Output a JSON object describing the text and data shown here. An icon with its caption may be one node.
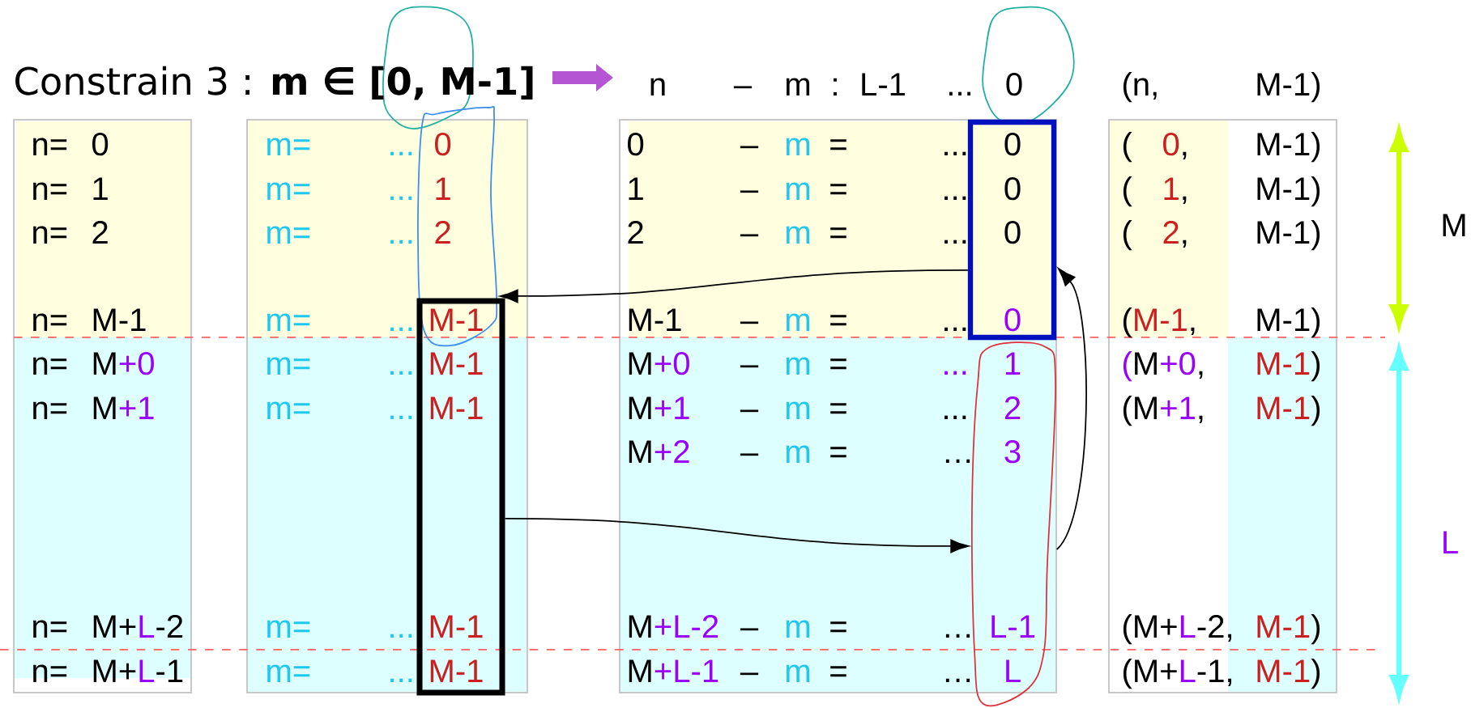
{
  "diagram": {
    "title": "Constrain 3 : **m ∈ [0, M-1]**",
    "nodes": [
      {
        "text": [],
        "shape": "ellipse"
      },
      {
        "text": [],
        "shape": "ellipse"
      },
      {
        "text": [],
        "shape": "ellipse"
      },
      {
        "text": [],
        "shape": "box"
      },
      {
        "text": [],
        "shape": "box"
      },
      {
        "text": [],
        "shape": "ellipse"
      }
    ],
    "edges": [
      {
        "from": 3,
        "to": 2,
        "arrow": "to"
      },
      {
        "from": 4,
        "to": 5,
        "arrow": "to"
      },
      {
        "from": 5,
        "to": 3,
        "arrow": "to"
      }
    ],
    "labels": [
      "n",
      "–",
      "m",
      ":",
      "L-1",
      "...",
      "0",
      "(n,",
      "M-1)",
      "n=",
      "0",
      "m=",
      "...",
      "0",
      "0",
      "–",
      "m",
      "=",
      "...",
      "0",
      "(",
      "0",
      ",",
      "M-1)",
      "n=",
      "1",
      "m=",
      "...",
      "1",
      "1",
      "–",
      "m",
      "=",
      "...",
      "0",
      "(",
      "1",
      ",",
      "M-1)",
      "n=",
      "2",
      "m=",
      "...",
      "2",
      "2",
      "–",
      "m",
      "=",
      "...",
      "0",
      "(",
      "2",
      ",",
      "M-1)",
      "n=",
      "M-1",
      "m=",
      "...",
      "M-1",
      "M-1",
      "–",
      "m",
      "=",
      "...",
      "0",
      "(",
      "M-1",
      ",",
      "M-1)",
      "n=",
      "M",
      "+0",
      "m=",
      "...",
      "M-1",
      "M",
      "+0",
      "–",
      "m",
      "=",
      "...",
      "1",
      "(",
      "M",
      "+0",
      ",",
      "M-1",
      ")",
      "n=",
      "M",
      "+1",
      "m=",
      "...",
      "M-1",
      "M",
      "+1",
      "–",
      "m",
      "=",
      "...",
      "2",
      "(",
      "M",
      "+1",
      ",",
      "M-1",
      ")",
      "M",
      "+2",
      "–",
      "m",
      "=",
      "…",
      "3",
      "n=",
      "M+",
      "L",
      "-2",
      "m=",
      "...",
      "M-1",
      "M",
      "+L-2",
      "–",
      "m",
      "=",
      "…",
      "L-1",
      "(M+",
      "L",
      "-2,",
      "M-1",
      ")",
      "n=",
      "M+",
      "L",
      "-1",
      "m=",
      "...",
      "M-1",
      "M",
      "+L-1",
      "–",
      "m",
      "=",
      "…",
      "L",
      "(M+",
      "L",
      "-1,",
      "M-1",
      ")",
      "M",
      "L"
    ]
  }
}
